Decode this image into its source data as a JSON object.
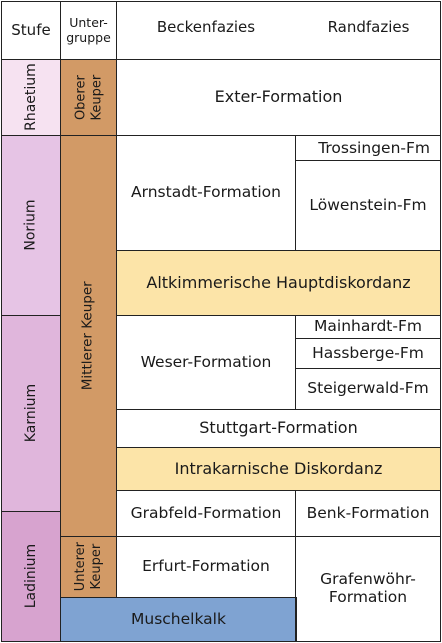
{
  "headers": {
    "stufe": "Stufe",
    "untergruppe_line1": "Unter-",
    "untergruppe_line2": "gruppe",
    "beckenfazies": "Beckenfazies",
    "randfazies": "Randfazies"
  },
  "stages": {
    "rhaetium": "Rhaetium",
    "norium": "Norium",
    "karnium": "Karnium",
    "ladinium": "Ladinium"
  },
  "groups": {
    "oberer_keuper_line1": "Oberer",
    "oberer_keuper_line2": "Keuper",
    "mittlerer_keuper": "Mittlerer Keuper",
    "unterer_keuper_line1": "Unterer",
    "unterer_keuper_line2": "Keuper",
    "muschelkalk": "Muschelkalk"
  },
  "formations": {
    "exter": "Exter-Formation",
    "trossingen": "Trossingen-Fm",
    "arnstadt": "Arnstadt-Formation",
    "loewenstein": "Löwenstein-Fm",
    "altkimmerische": "Altkimmerische Hauptdiskordanz",
    "mainhardt": "Mainhardt-Fm",
    "hassberge": "Hassberge-Fm",
    "weser": "Weser-Formation",
    "steigerwald": "Steigerwald-Fm",
    "stuttgart": "Stuttgart-Formation",
    "intrakarnische": "Intrakarnische Diskordanz",
    "grabfeld": "Grabfeld-Formation",
    "benk": "Benk-Formation",
    "erfurt": "Erfurt-Formation",
    "grafenwoehr_line1": "Grafenwöhr-",
    "grafenwoehr_line2": "Formation"
  },
  "colors": {
    "stage_rhaetium": "#f6e2f1",
    "stage_norium": "#e6c4e5",
    "stage_karnium": "#e0b6dc",
    "stage_ladinium": "#d7a3cf",
    "group_keuper": "#d29a66",
    "muschelkalk": "#7fa3d2",
    "diskordanz": "#fce4a8",
    "plain": "#ffffff"
  }
}
